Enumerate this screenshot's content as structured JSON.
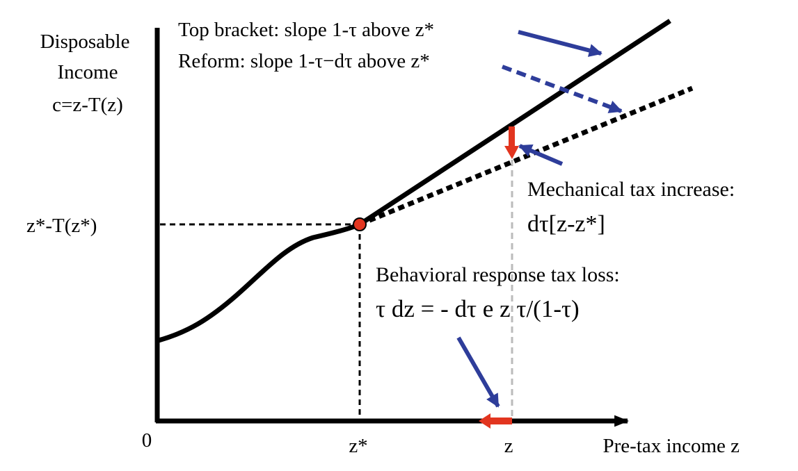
{
  "y_axis_label_line1": "Disposable",
  "y_axis_label_line2": "Income",
  "y_axis_label_line3": "c=z-T(z)",
  "x_axis_label": "Pre-tax income z",
  "origin_label": "0",
  "kink_x_label": "z*",
  "z_label": "z",
  "kink_y_label": "z*-T(z*)",
  "top_bracket_text": "Top bracket: slope 1-τ above z*",
  "reform_text": "Reform: slope 1-τ−dτ above z*",
  "mechanical_title": "Mechanical tax increase:",
  "mechanical_formula": "dτ[z-z*]",
  "behavioral_title": "Behavioral response tax loss:",
  "behavioral_formula": "τ dz = - dτ e z τ/(1-τ)",
  "colors": {
    "curve": "#000000",
    "annotation_arrow": "#2e3d9a",
    "response_arrow": "#e2351f",
    "kink_point": "#e2351f",
    "z_guide": "#bbbbbb"
  }
}
